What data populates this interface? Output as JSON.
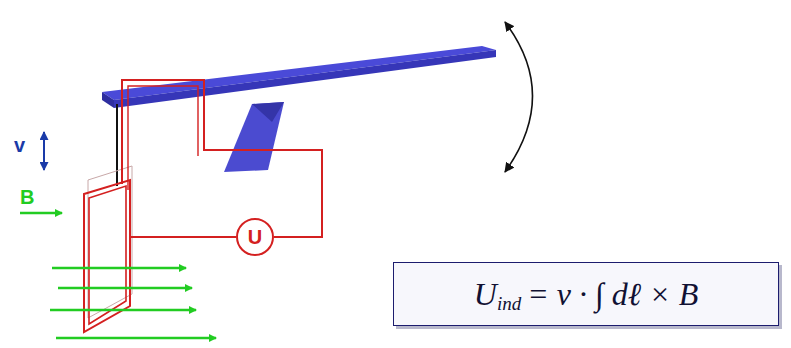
{
  "diagram": {
    "nodes": [
      {
        "text": [
          "U"
        ]
      },
      {
        "text": [
          "U",
          "ind",
          "= v · ∫ dℓ × B"
        ]
      }
    ],
    "labels": [
      "v",
      "B"
    ]
  }
}
